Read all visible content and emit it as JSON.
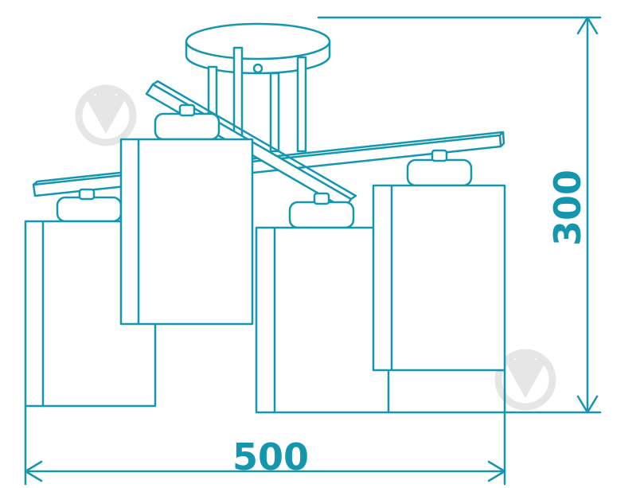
{
  "colors": {
    "line": "#1497ae",
    "dimension": "#1496ad",
    "watermark": "#e6e6e6",
    "background": "#ffffff"
  },
  "dimensions": {
    "width_label": "500",
    "height_label": "300"
  },
  "watermark": {
    "icon": "droplet-pin-icon",
    "count": 2
  }
}
